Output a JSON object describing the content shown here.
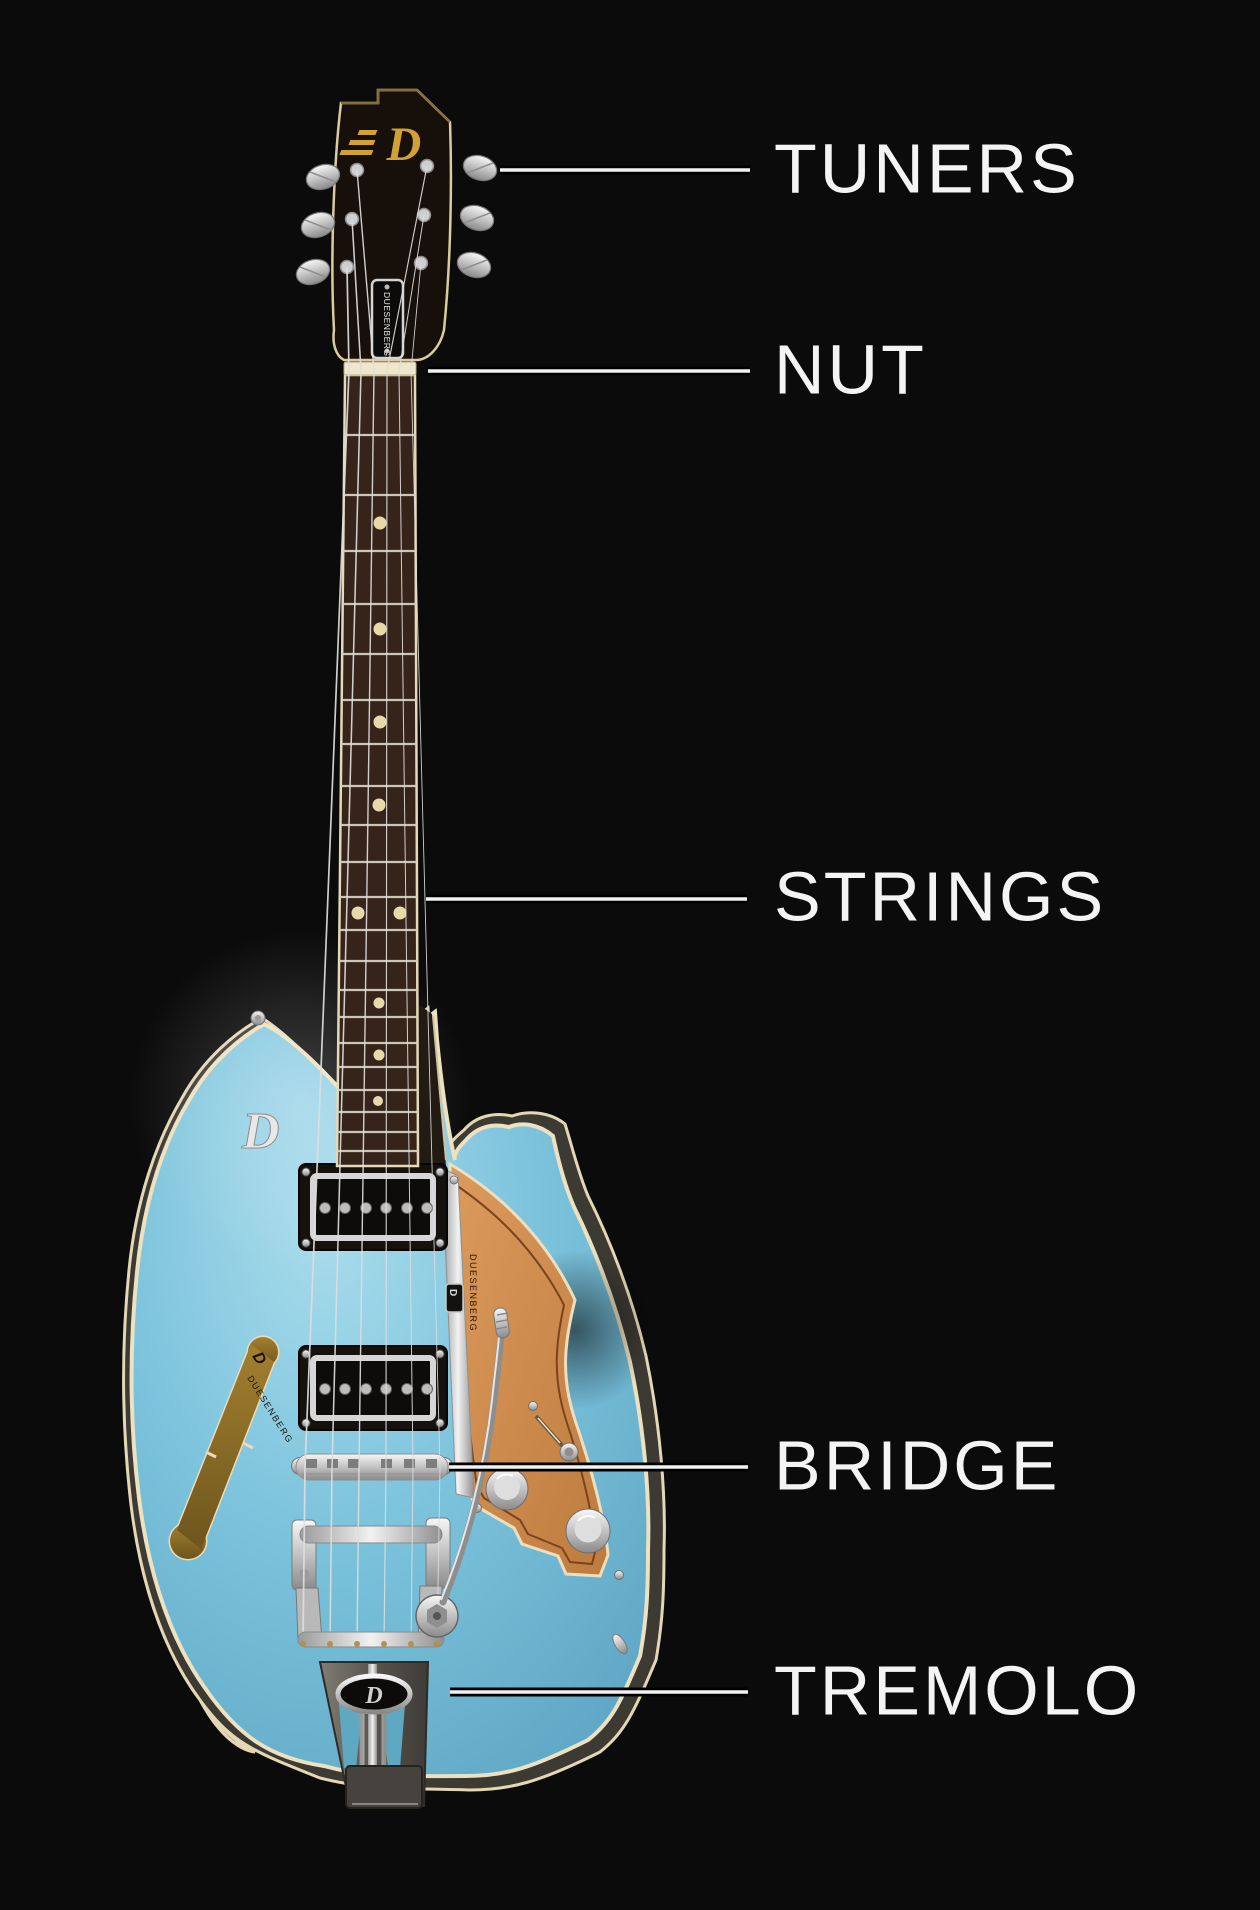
{
  "diagram": {
    "subject": "electric-guitar-parts-diagram",
    "brand": "Duesenberg",
    "background_color": "#0b0b0c",
    "label_color": "#f4f4f4",
    "leader_line_color": "#f2f2f2"
  },
  "labels": [
    {
      "id": "tuners",
      "text": "TUNERS"
    },
    {
      "id": "nut",
      "text": "NUT"
    },
    {
      "id": "strings",
      "text": "STRINGS"
    },
    {
      "id": "bridge",
      "text": "BRIDGE"
    },
    {
      "id": "tremolo",
      "text": "TREMOLO"
    }
  ],
  "guitar_texts": {
    "headstock_logo": "D",
    "truss_rod_cover": "DUESENBERG",
    "pickguard_rail": "DUESENBERG",
    "rail_badge": "D",
    "fhole_logo": "D",
    "fhole_decal": "DUESENBERG",
    "tailpiece_logo": "D"
  },
  "colors": {
    "body_blue": "#7cc3dc",
    "binding_cream": "#ece1c0",
    "pickguard_copper": "#cf8c4e",
    "hardware_chrome": "#d9d9d9",
    "logo_gold": "#d2a136",
    "fretboard_brown": "#36241b",
    "rim_dark": "#3d3933"
  }
}
